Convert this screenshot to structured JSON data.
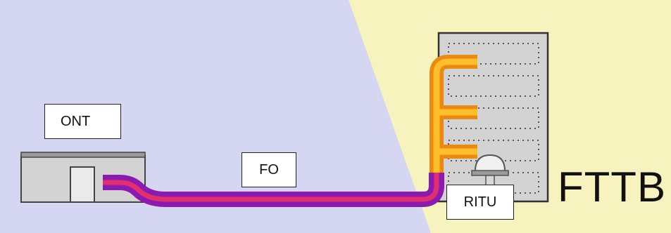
{
  "labels": {
    "ont": "ONT",
    "fo": "FO",
    "ritu": "RITU",
    "technology": "FTTB"
  },
  "colors": {
    "left_background": "#d4d6f2",
    "right_background": "#f6f3be",
    "building": "#d3d3d3",
    "building_outline": "#444444",
    "fiber_outer": "#8c1ab0",
    "fiber_inner": "#e0306e",
    "riser_outer": "#ea8a12",
    "riser_inner": "#ffbe2a"
  }
}
